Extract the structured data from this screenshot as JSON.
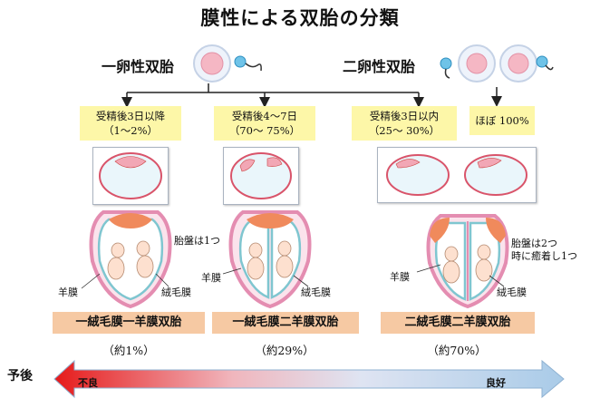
{
  "title": "膜性による双胎の分類",
  "monozygotic_label": "一卵性双胎",
  "dizygotic_label": "二卵性双胎",
  "timing": [
    {
      "line1": "受精後3日以降",
      "line2": "（1〜2%）"
    },
    {
      "line1": "受精後4〜7日",
      "line2": "（70〜 75%）"
    },
    {
      "line1": "受精後3日以内",
      "line2": "（25〜 30%）"
    },
    {
      "line1": "ほぼ 100%",
      "line2": ""
    }
  ],
  "types": [
    {
      "name": "一絨毛膜一羊膜双胎",
      "pct": "（約1%）"
    },
    {
      "name": "一絨毛膜二羊膜双胎",
      "pct": "（約29%）"
    },
    {
      "name": "二絨毛膜二羊膜双胎",
      "pct": "（約70%）"
    }
  ],
  "annotations": {
    "placenta_one": "胎盤は1つ",
    "placenta_two_l1": "胎盤は2つ",
    "placenta_two_l2": "時に癒着し1つ",
    "amnion": "羊膜",
    "chorion": "絨毛膜"
  },
  "prognosis": {
    "label": "予後",
    "bad": "不良",
    "good": "良好"
  },
  "colors": {
    "label_box": "#f6c9a3",
    "timing_box": "#fdf7a8",
    "placenta": "#f08a5c",
    "amnion": "#7fc6d0",
    "chorion": "#e48db1",
    "arrow_bad": "#e61a1a",
    "arrow_good": "#a9cbe8"
  }
}
